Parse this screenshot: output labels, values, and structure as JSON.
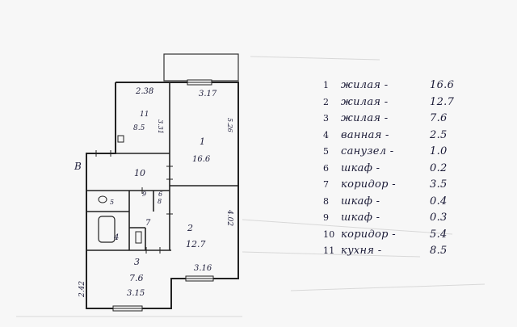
{
  "plan": {
    "side_label": "В",
    "rooms": [
      {
        "id": "11",
        "number": "11",
        "area": "8.5",
        "dim_top": "2.38",
        "dim_side": "3.31"
      },
      {
        "id": "1",
        "number": "1",
        "area": "16.6",
        "dim_top": "3.17",
        "dim_side": "5.26"
      },
      {
        "id": "10",
        "number": "10"
      },
      {
        "id": "7",
        "number": "7"
      },
      {
        "id": "8",
        "number": "8"
      },
      {
        "id": "9",
        "number": "9"
      },
      {
        "id": "4",
        "number": "4"
      },
      {
        "id": "5",
        "number": "5"
      },
      {
        "id": "6",
        "number": "6"
      },
      {
        "id": "2",
        "number": "2",
        "area": "12.7",
        "dim_side": "4.02",
        "dim_bottom": "3.16"
      },
      {
        "id": "3",
        "number": "3",
        "area": "7.6",
        "dim_side": "2.42",
        "dim_bottom": "3.15"
      }
    ]
  },
  "legend": [
    {
      "num": "1",
      "name": "жилая",
      "area": "16.6"
    },
    {
      "num": "2",
      "name": "жилая",
      "area": "12.7"
    },
    {
      "num": "3",
      "name": "жилая",
      "area": "7.6"
    },
    {
      "num": "4",
      "name": "ванная",
      "area": "2.5"
    },
    {
      "num": "5",
      "name": "санузел",
      "area": "1.0"
    },
    {
      "num": "6",
      "name": "шкаф",
      "area": "0.2"
    },
    {
      "num": "7",
      "name": "коридор",
      "area": "3.5"
    },
    {
      "num": "8",
      "name": "шкаф",
      "area": "0.4"
    },
    {
      "num": "9",
      "name": "шкаф",
      "area": "0.3"
    },
    {
      "num": "10",
      "name": "коридор",
      "area": "5.4"
    },
    {
      "num": "11",
      "name": "кухня",
      "area": "8.5"
    }
  ]
}
